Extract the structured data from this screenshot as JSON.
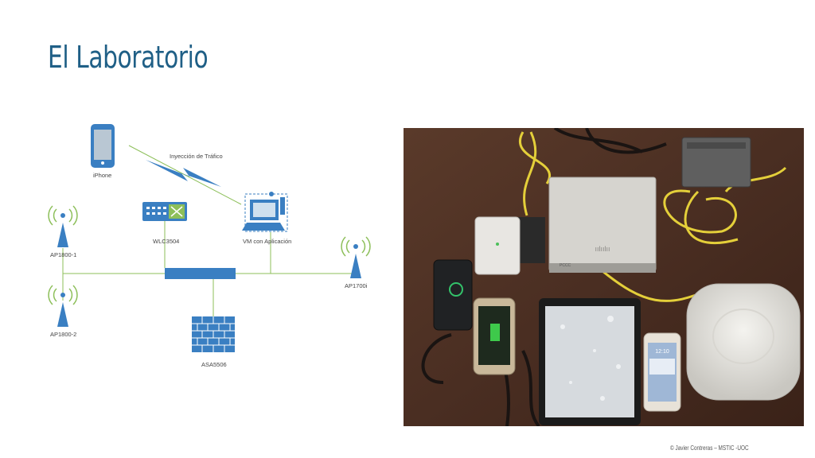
{
  "slide": {
    "title": "El Laboratorio",
    "footer": "© Javier Contreras – MSTIC -UOC"
  },
  "diagram": {
    "labels": {
      "iphone": "iPhone",
      "traffic": "Inyección de Tráfico",
      "wlc": "WLC3504",
      "vm": "VM con Aplicación",
      "ap1": "AP1800-1",
      "ap2": "AP1800-2",
      "ap3": "AP1700i",
      "asa": "ASA5506"
    }
  },
  "photo": {
    "phone_time": "12:10",
    "device_label": "PCCC"
  },
  "colors": {
    "title": "#1f5f86",
    "device_blue": "#3a7fc2",
    "link_green": "#8dbf5a"
  }
}
